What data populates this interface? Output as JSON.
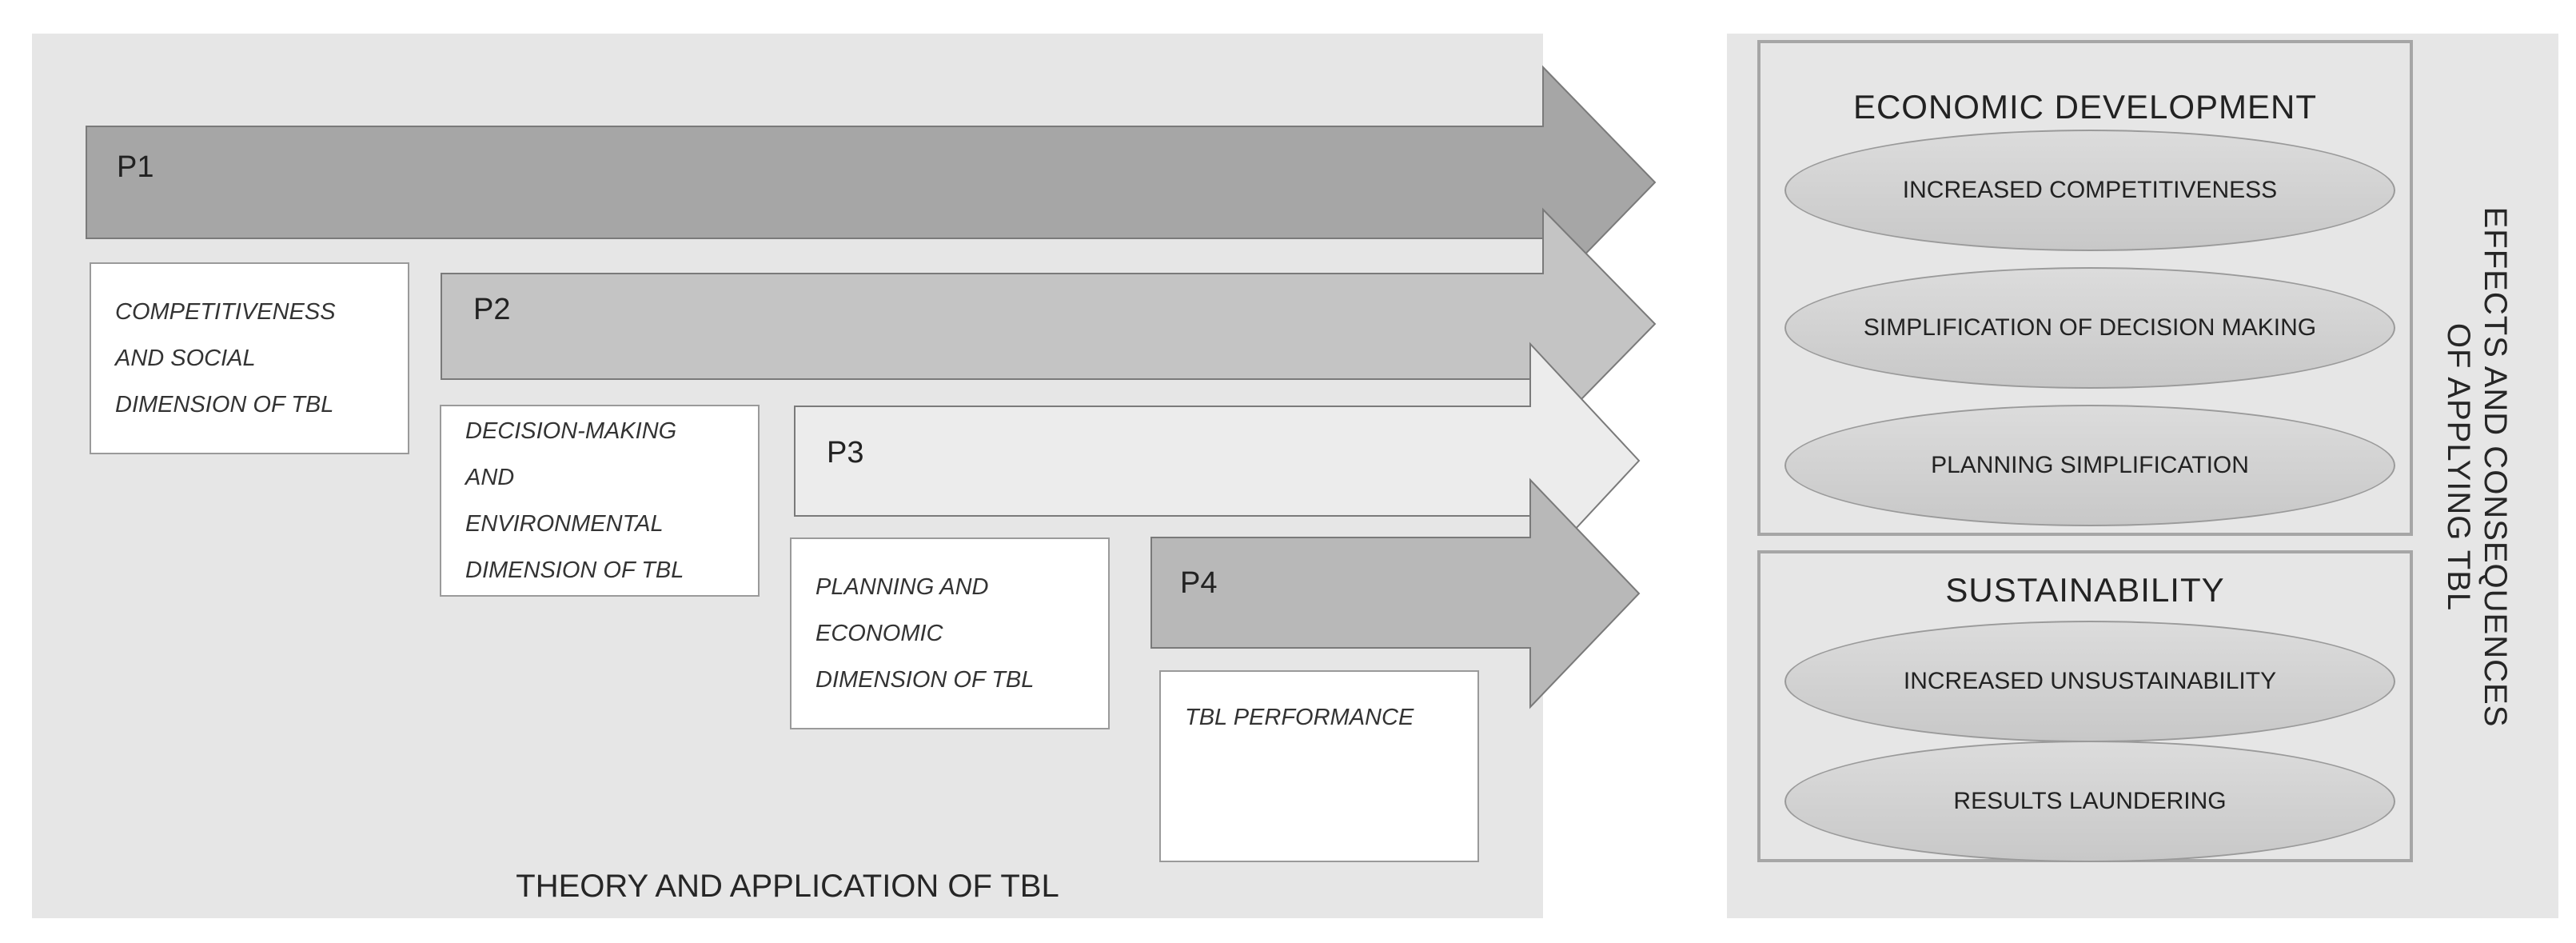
{
  "theory_panel": {
    "caption": "THEORY AND APPLICATION OF TBL",
    "arrows": [
      {
        "label": "P1",
        "fill": "#a6a6a6"
      },
      {
        "label": "P2",
        "fill": "#c4c4c4"
      },
      {
        "label": "P3",
        "fill": "#ececec"
      },
      {
        "label": "P4",
        "fill": "#b8b8b8"
      }
    ],
    "descriptions": [
      "COMPETITIVENESS\nAND SOCIAL\nDIMENSION OF TBL",
      "DECISION-MAKING\nAND\nENVIRONMENTAL\nDIMENSION OF TBL",
      "PLANNING AND\nECONOMIC\nDIMENSION OF TBL",
      "TBL PERFORMANCE"
    ]
  },
  "effects_panel": {
    "title": "EFFECTS AND CONSEQUENCES\nOF APPLYING TBL",
    "economic": {
      "title": "ECONOMIC  DEVELOPMENT",
      "items": [
        "INCREASED COMPETITIVENESS",
        "SIMPLIFICATION OF DECISION MAKING",
        "PLANNING SIMPLIFICATION"
      ]
    },
    "sustainability": {
      "title": "SUSTAINABILITY",
      "items": [
        "INCREASED UNSUSTAINABILITY",
        "RESULTS LAUNDERING"
      ]
    }
  }
}
